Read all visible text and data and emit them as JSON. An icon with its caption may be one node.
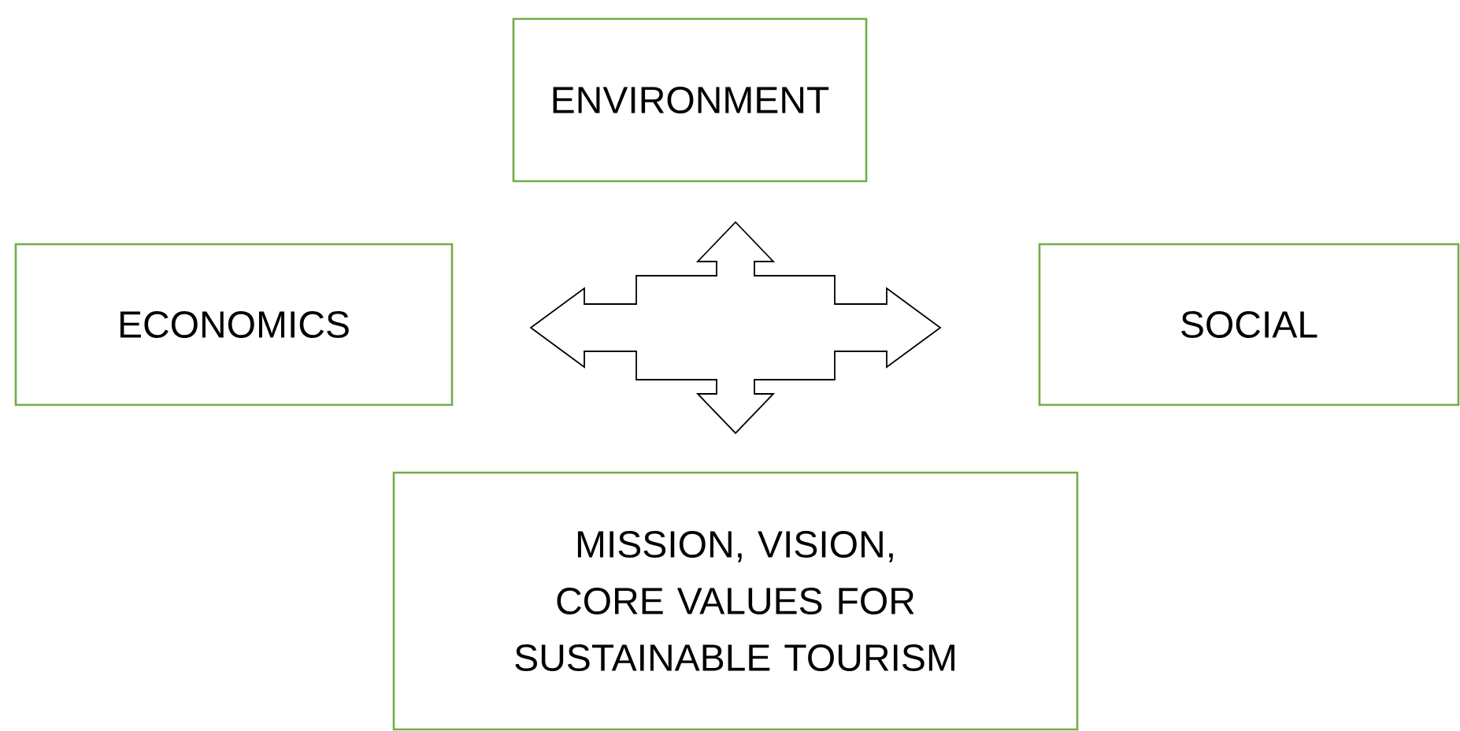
{
  "diagram": {
    "nodes": [
      {
        "text": [
          "ENVIRONMENT"
        ]
      },
      {
        "text": [
          "ECONOMICS"
        ]
      },
      {
        "text": [
          "SOCIAL"
        ]
      },
      {
        "text": [
          "MISSION, VISION, CORE VALUES FOR SUSTAINABLE TOURISM"
        ]
      }
    ],
    "edges": [
      {
        "from": 1,
        "to": 2,
        "arrow": "both"
      },
      {
        "from": 0,
        "to": 3,
        "arrow": "both"
      }
    ]
  }
}
